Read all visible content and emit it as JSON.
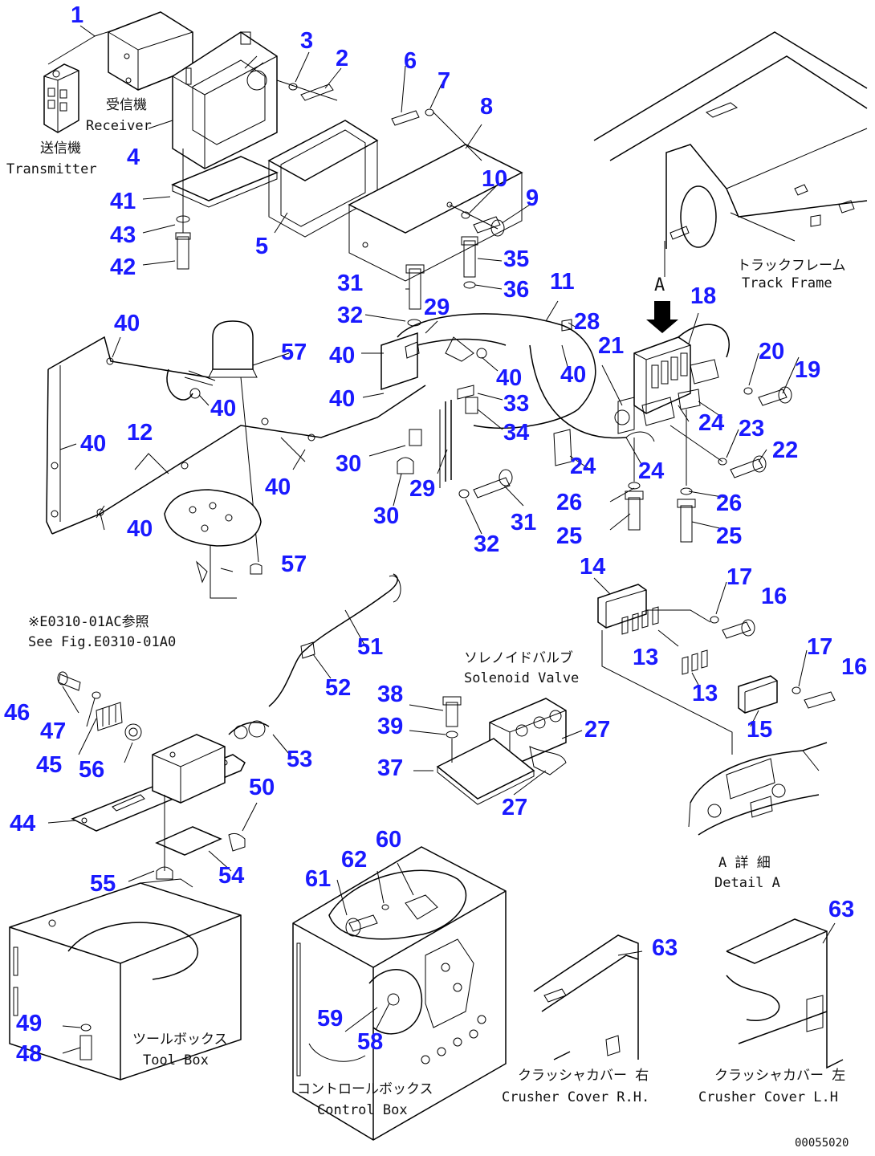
{
  "labels": {
    "l1": "1",
    "l2": "2",
    "l3": "3",
    "l4": "4",
    "l5": "5",
    "l6": "6",
    "l7": "7",
    "l8": "8",
    "l9": "9",
    "l10": "10",
    "l11": "11",
    "l12": "12",
    "l13a": "13",
    "l13b": "13",
    "l14": "14",
    "l15": "15",
    "l16a": "16",
    "l16b": "16",
    "l17a": "17",
    "l17b": "17",
    "l18": "18",
    "l19": "19",
    "l20": "20",
    "l21": "21",
    "l22": "22",
    "l23": "23",
    "l24a": "24",
    "l24b": "24",
    "l24c": "24",
    "l25a": "25",
    "l25b": "25",
    "l26a": "26",
    "l26b": "26",
    "l27a": "27",
    "l27b": "27",
    "l28": "28",
    "l29a": "29",
    "l29b": "29",
    "l30a": "30",
    "l30b": "30",
    "l31a": "31",
    "l31b": "31",
    "l32a": "32",
    "l32b": "32",
    "l33": "33",
    "l34": "34",
    "l35": "35",
    "l36": "36",
    "l37": "37",
    "l38": "38",
    "l39": "39",
    "l40a": "40",
    "l40b": "40",
    "l40c": "40",
    "l40d": "40",
    "l40e": "40",
    "l40f": "40",
    "l40g": "40",
    "l40h": "40",
    "l40i": "40",
    "l41": "41",
    "l42": "42",
    "l43": "43",
    "l44": "44",
    "l45": "45",
    "l46": "46",
    "l47": "47",
    "l48": "48",
    "l49": "49",
    "l50": "50",
    "l51": "51",
    "l52": "52",
    "l53": "53",
    "l54": "54",
    "l55": "55",
    "l56": "56",
    "l57a": "57",
    "l57b": "57",
    "l58": "58",
    "l59": "59",
    "l60": "60",
    "l61": "61",
    "l62": "62",
    "l63a": "63",
    "l63b": "63"
  },
  "captions": {
    "receiver_jp": "受信機",
    "receiver_en": "Receiver",
    "transmitter_jp": "送信機",
    "transmitter_en": "Transmitter",
    "track_frame_jp": "トラックフレーム",
    "track_frame_en": "Track Frame",
    "view_a": "A",
    "see_fig_jp": "※E0310-01AC参照",
    "see_fig_en": "See Fig.E0310-01A0",
    "solenoid_jp": "ソレノイドバルブ",
    "solenoid_en": "Solenoid Valve",
    "detail_a_jp": "A 詳 細",
    "detail_a_en": "Detail A",
    "tool_box_jp": "ツールボックス",
    "tool_box_en": "Tool Box",
    "control_box_jp": "コントロールボックス",
    "control_box_en": "Control Box",
    "crusher_rh_jp": "クラッシャカバー 右",
    "crusher_rh_en": "Crusher Cover R.H.",
    "crusher_lh_jp": "クラッシャカバー 左",
    "crusher_lh_en": "Crusher Cover L.H",
    "drawing_no": "00055020"
  },
  "colors": {
    "label": "#1a1aff",
    "line": "#000000",
    "background": "#ffffff"
  }
}
